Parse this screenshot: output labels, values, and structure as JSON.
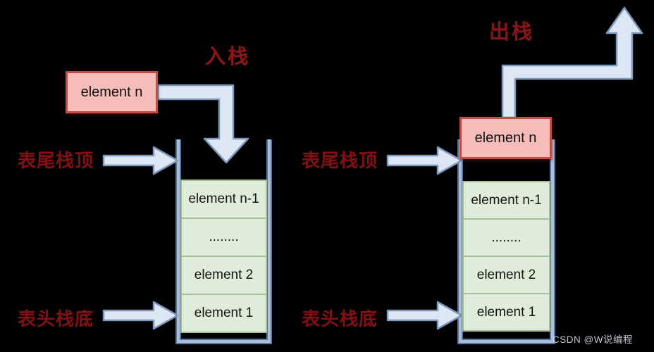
{
  "diagram": {
    "left": {
      "title": "入栈",
      "incoming_box": "element n",
      "top_label": "表尾栈顶",
      "bottom_label": "表头栈底",
      "stack": [
        "element n-1",
        "........",
        "element 2",
        "element 1"
      ]
    },
    "right": {
      "title": "出栈",
      "popped_box": "element n",
      "top_label": "表尾栈顶",
      "bottom_label": "表头栈底",
      "stack": [
        "element n-1",
        "........",
        "element 2",
        "element 1"
      ]
    }
  },
  "colors": {
    "background": "#000000",
    "title_text": "#8a1417",
    "label_text": "#7e1113",
    "arrow_fill": "#dde7f3",
    "arrow_stroke": "#7d97bc",
    "element_box_fill": "#f6bcba",
    "element_box_border": "#c24b44",
    "stack_cell_fill": "#dfecd9",
    "stack_cell_border": "#a6c096",
    "container_wall_outer": "#5a76a2",
    "container_wall_inner": "#a8bedb",
    "watermark_text": "#d0d5df"
  },
  "watermark": "CSDN @W说编程"
}
